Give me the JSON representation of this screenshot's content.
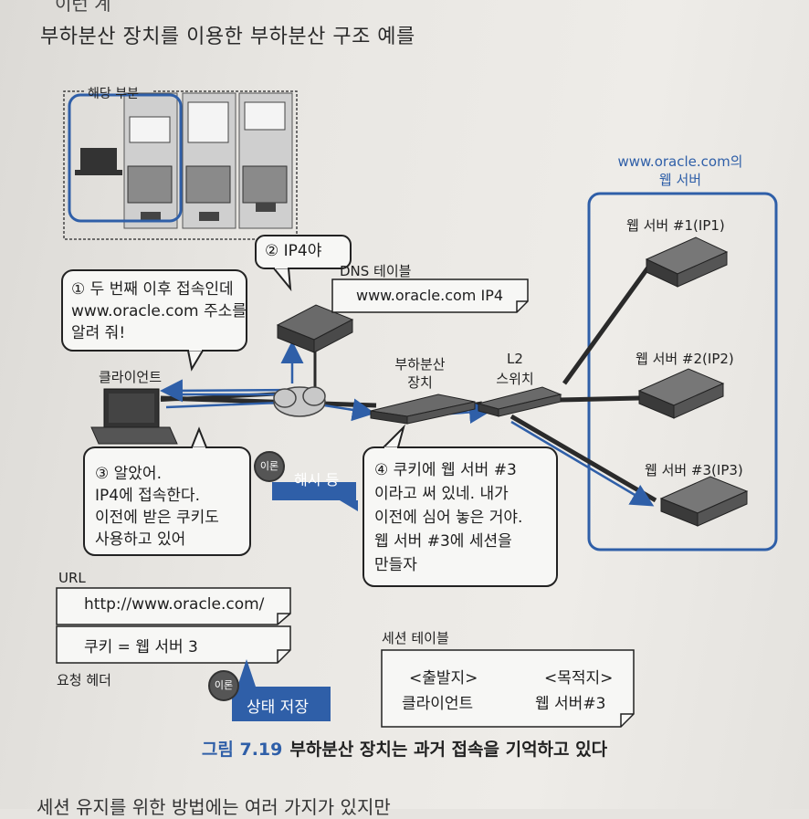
{
  "intro_top": "이런 계",
  "intro": "부하분산 장치를 이용한 부하분산 구조 예를",
  "overview": {
    "label": "해당 부분"
  },
  "web_group": {
    "title_line1": "www.oracle.com의",
    "title_line2": "웹 서버"
  },
  "servers": [
    {
      "label": "웹 서버 #1(IP1)"
    },
    {
      "label": "웹 서버 #2(IP2)"
    },
    {
      "label": "웹 서버 #3(IP3)"
    }
  ],
  "bubble1": {
    "line1": "① 두 번째 이후 접속인데",
    "line2": "www.oracle.com 주소를",
    "line3": "알려 줘!"
  },
  "bubble2": {
    "text": "② IP4야"
  },
  "dns": {
    "label": "DNS 테이블",
    "entry": "www.oracle.com IP4"
  },
  "client": {
    "label": "클라이언트"
  },
  "lb": {
    "line1": "부하분산",
    "line2": "장치"
  },
  "l2": {
    "line1": "L2",
    "line2": "스위치"
  },
  "bubble3": {
    "line1": "③ 알았어.",
    "line2": "IP4에 접속한다.",
    "line3": "이전에 받은 쿠키도",
    "line4": "사용하고 있어"
  },
  "bubble4": {
    "line1": "④ 쿠키에 웹 서버 #3",
    "line2": "이라고 써 있네. 내가",
    "line3": "이전에 심어 놓은 거야.",
    "line4": "웹 서버 #3에 세션을",
    "line5": "만들자"
  },
  "badge_hash": {
    "dot": "이론",
    "text": "해시 등"
  },
  "badge_state": {
    "dot": "이론",
    "text": "상태 저장"
  },
  "url": {
    "label": "URL",
    "value": "http://www.oracle.com/"
  },
  "header": {
    "value": "쿠키 = 웹 서버 3",
    "label": "요청 헤더"
  },
  "session": {
    "label": "세션 테이블",
    "col1_head": "<출발지>",
    "col2_head": "<목적지>",
    "col1_val": "클라이언트",
    "col2_val": "웹 서버#3"
  },
  "caption": {
    "fig": "그림 7.19",
    "text": "부하분산 장치는 과거 접속을 기억하고 있다"
  },
  "bottom_line": "세션 유지를 위한 방법에는 여러 가지가 있지만"
}
